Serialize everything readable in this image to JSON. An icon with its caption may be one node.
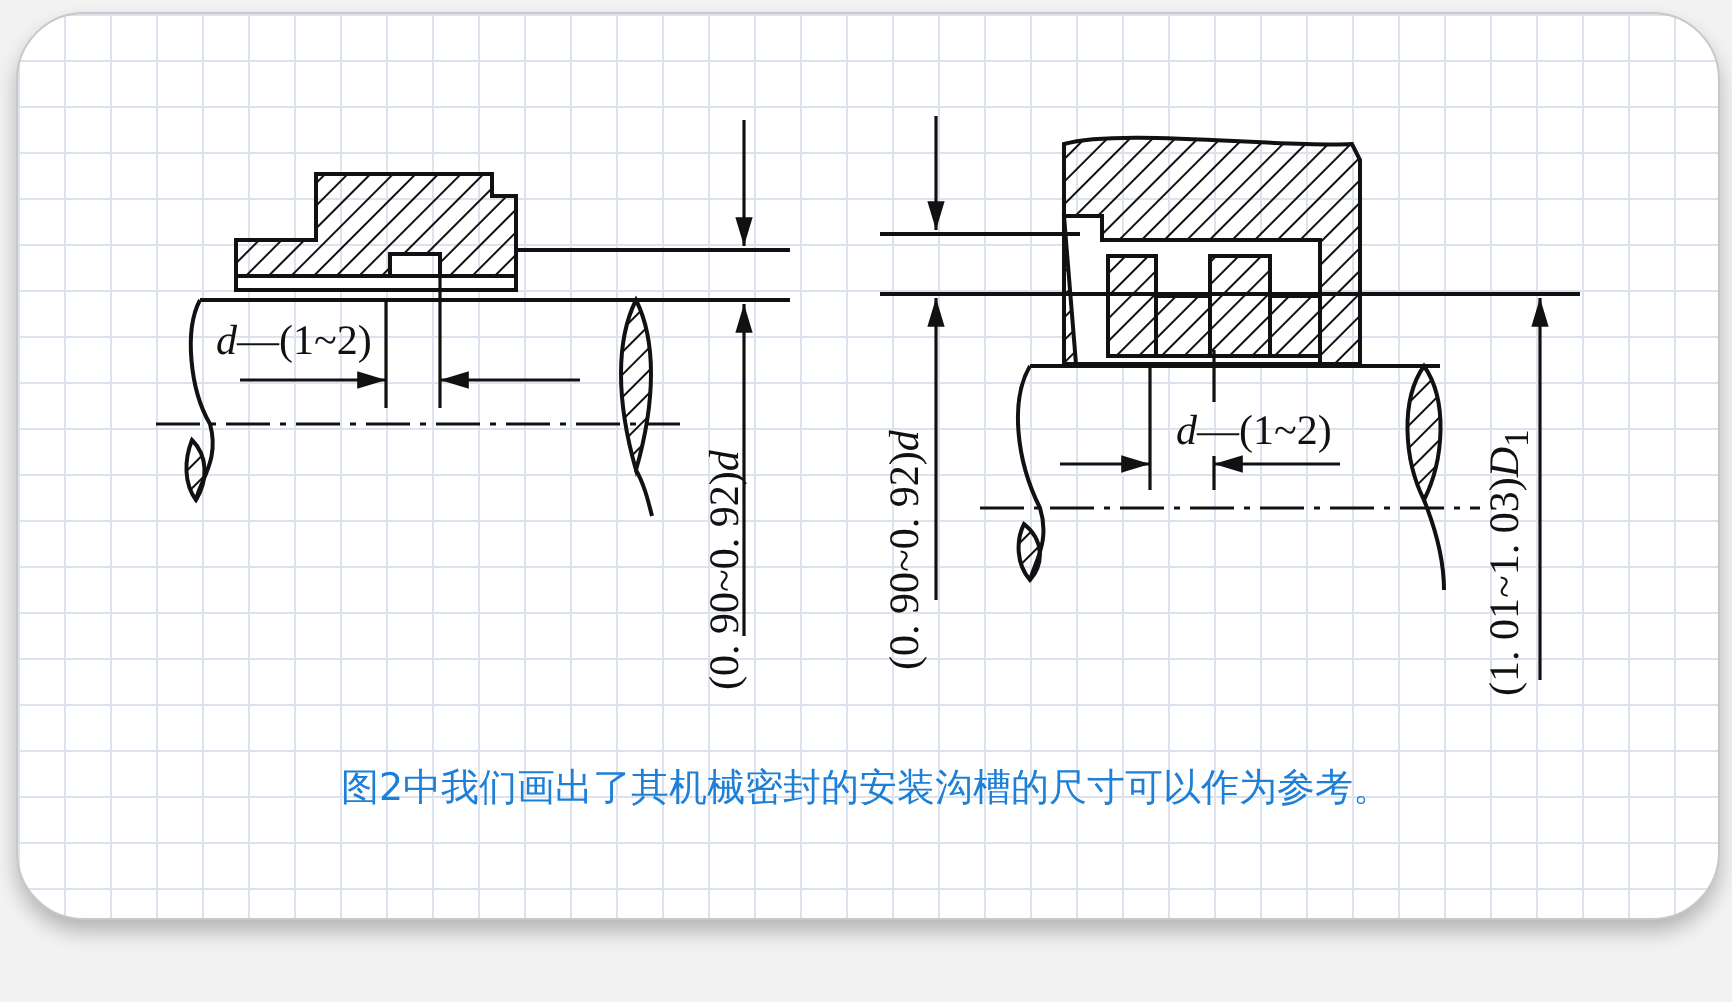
{
  "diagram": {
    "caption": "图2中我们画出了其机械密封的安装沟槽的尺寸可以作为参考。",
    "labels": [
      "*d*—(1~2)",
      "(0. 90~0. 92)*d*",
      "(0. 90~0. 92)*d*",
      "*d*—(1~2)",
      "(1. 01~1. 03)*D*$_{1}$"
    ]
  }
}
